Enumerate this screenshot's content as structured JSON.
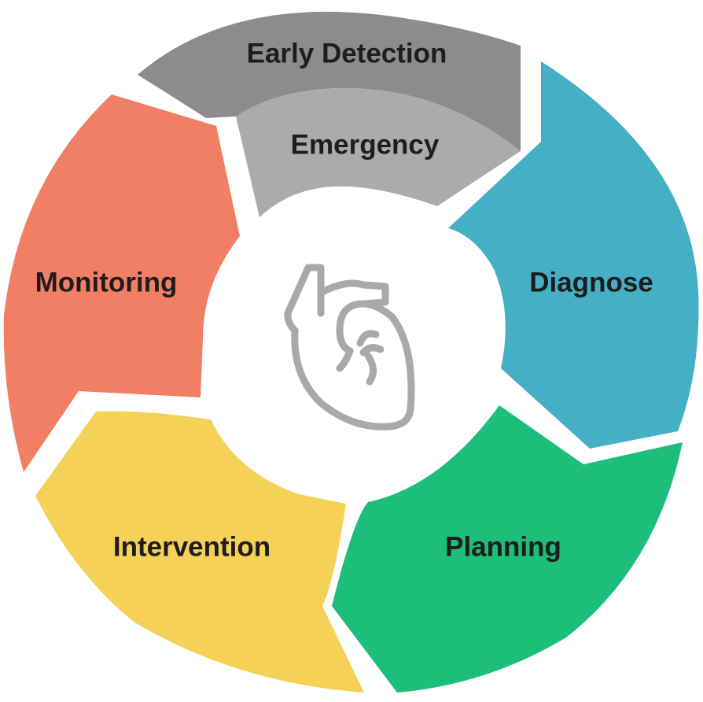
{
  "diagram": {
    "segments": [
      {
        "id": "early-detection",
        "label": "Early Detection",
        "color": "#8c8c8c"
      },
      {
        "id": "emergency",
        "label": "Emergency",
        "color": "#ababab"
      },
      {
        "id": "diagnose",
        "label": "Diagnose",
        "color": "#45afc5"
      },
      {
        "id": "planning",
        "label": "Planning",
        "color": "#1dbe7a"
      },
      {
        "id": "intervention",
        "label": "Intervention",
        "color": "#f5d157"
      },
      {
        "id": "monitoring",
        "label": "Monitoring",
        "color": "#f07f65"
      }
    ],
    "center_icon": "heart-icon",
    "heart_color": "#a9a9a9"
  }
}
